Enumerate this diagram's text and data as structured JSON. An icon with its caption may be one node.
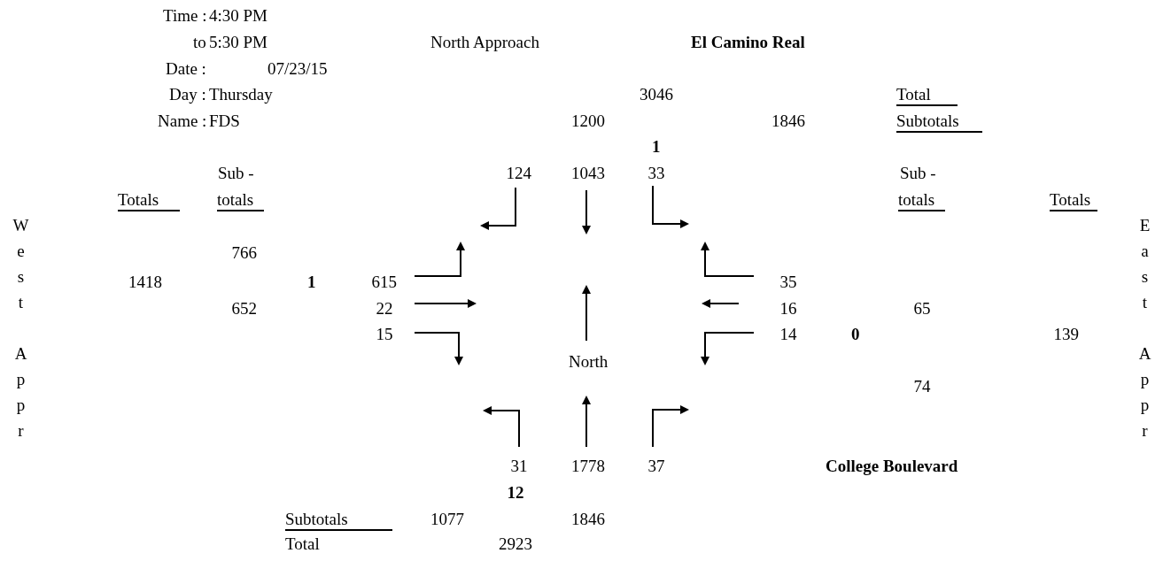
{
  "diagram": {
    "labels": [
      "Time :",
      "4:30 PM",
      "to",
      "5:30 PM",
      "North Approach",
      "El Camino Real",
      "Date :",
      "07/23/15",
      "Day :",
      "Thursday",
      "3046",
      "Total",
      "Name :",
      "FDS",
      "1200",
      "1846",
      "Subtotals",
      "1",
      "Sub -",
      "124",
      "1043",
      "33",
      "Sub -",
      "Totals",
      "totals",
      "totals",
      "Totals",
      "West Appr",
      "East Appr",
      "766",
      "1418",
      "1",
      "615",
      "35",
      "652",
      "22",
      "16",
      "65",
      "15",
      "14",
      "0",
      "139",
      "North",
      "74",
      "31",
      "1778",
      "37",
      "College Boulevard",
      "12",
      "Subtotals",
      "1077",
      "1846",
      "Total",
      "2923"
    ]
  }
}
